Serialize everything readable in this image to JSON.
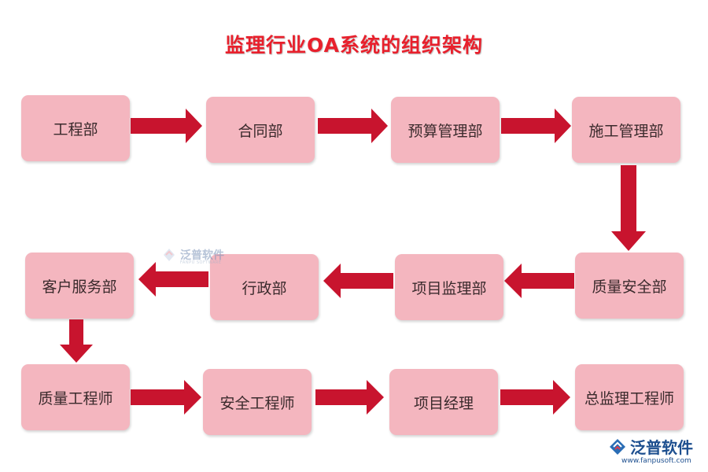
{
  "title": "监理行业OA系统的组织架构",
  "nodes": {
    "n1": "工程部",
    "n2": "合同部",
    "n3": "预算管理部",
    "n4": "施工管理部",
    "n5": "质量安全部",
    "n6": "项目监理部",
    "n7": "行政部",
    "n8": "客户服务部",
    "n9": "质量工程师",
    "n10": "安全工程师",
    "n11": "项目经理",
    "n12": "总监理工程师"
  },
  "watermark": {
    "name": "泛普软件",
    "url": "FANPU SOFTWARE"
  },
  "logo": {
    "name": "泛普软件",
    "url": "www.fanpusoft.com"
  },
  "colors": {
    "node_fill": "#f4b6bf",
    "arrow": "#c8142e",
    "title": "#e8202c"
  }
}
